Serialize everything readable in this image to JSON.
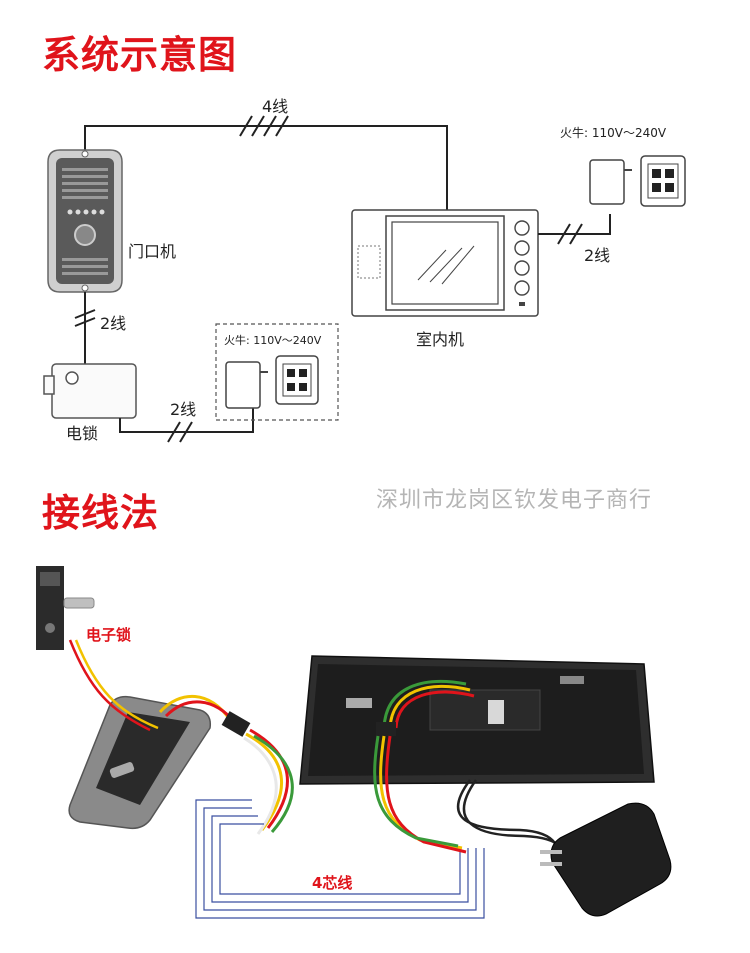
{
  "section1": {
    "title": "系统示意图"
  },
  "diagram": {
    "top_wire_label": "4线",
    "power_label_top": "火牛: 110V～240V",
    "indoor_power_wire_label": "2线",
    "door_unit_label": "门口机",
    "door_lock_wire_label": "2线",
    "indoor_unit_label": "室内机",
    "power_label_lock": "火牛: 110V～240V",
    "lock_power_wire_label": "2线",
    "lock_label": "电锁"
  },
  "section2": {
    "title": "接线法"
  },
  "watermark": "深圳市龙岗区钦发电子商行",
  "photo": {
    "lock_label": "电子锁",
    "cable_label": "4芯线"
  },
  "colors": {
    "title_red": "#e0141b",
    "wire_red": "#e0141b",
    "wire_yellow": "#f2c200",
    "wire_green": "#3a9a3a",
    "wire_white": "#f0f0f0"
  }
}
